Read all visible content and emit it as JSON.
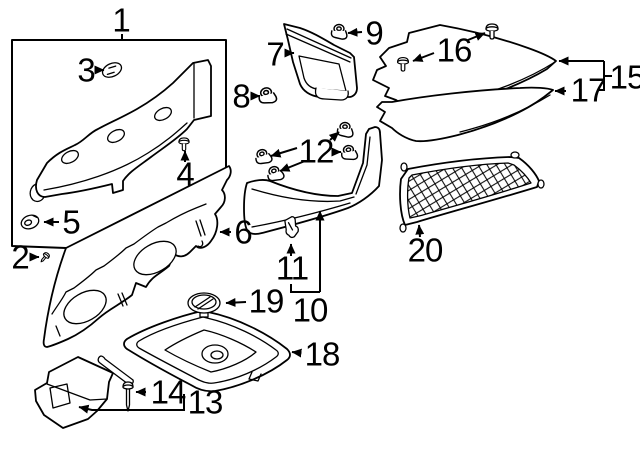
{
  "diagram": {
    "type": "exploded-parts-line-diagram",
    "background_color": "#ffffff",
    "line_color": "#000000",
    "callouts": [
      {
        "number": "1"
      },
      {
        "number": "2"
      },
      {
        "number": "3"
      },
      {
        "number": "4"
      },
      {
        "number": "5"
      },
      {
        "number": "6"
      },
      {
        "number": "7"
      },
      {
        "number": "8"
      },
      {
        "number": "9"
      },
      {
        "number": "10"
      },
      {
        "number": "11"
      },
      {
        "number": "12"
      },
      {
        "number": "13"
      },
      {
        "number": "14"
      },
      {
        "number": "15"
      },
      {
        "number": "16"
      },
      {
        "number": "17"
      },
      {
        "number": "18"
      },
      {
        "number": "19"
      },
      {
        "number": "20"
      }
    ]
  }
}
